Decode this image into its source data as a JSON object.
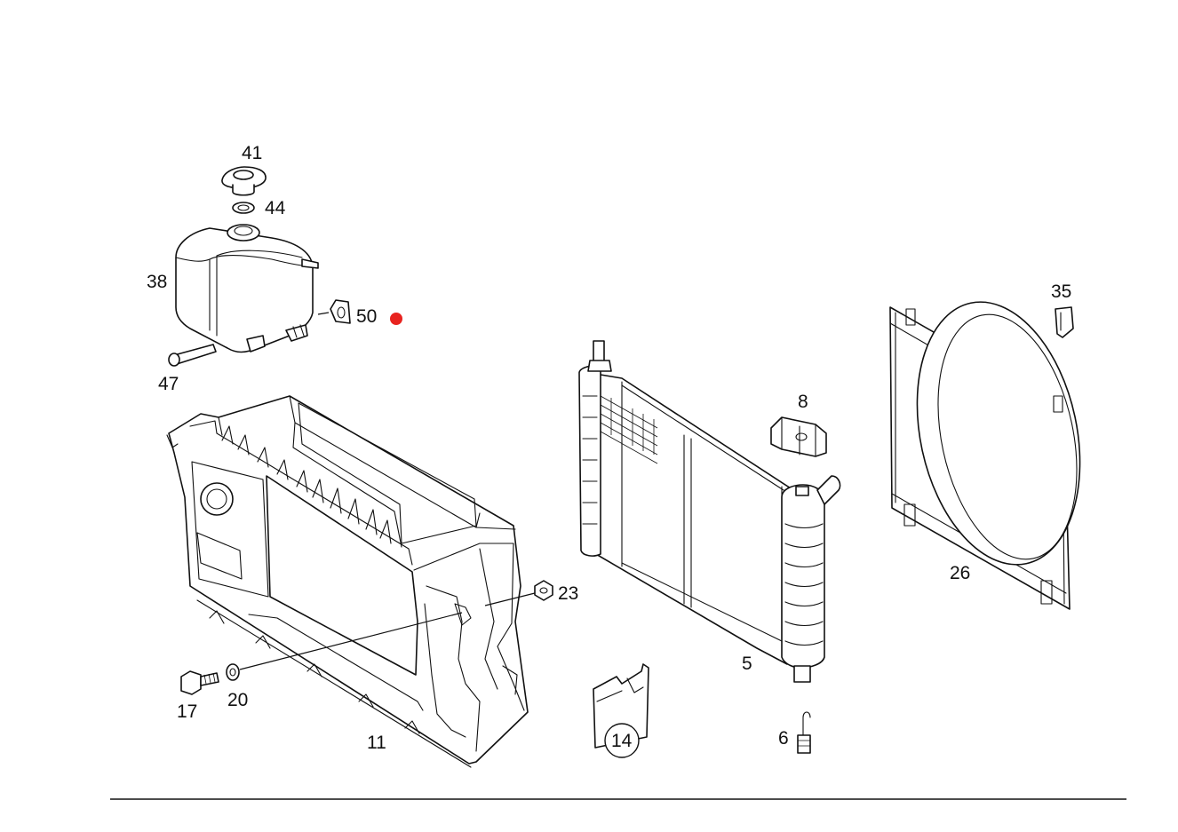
{
  "callouts": {
    "c41": "41",
    "c44": "44",
    "c38": "38",
    "c50": "50",
    "c47": "47",
    "c35": "35",
    "c8": "8",
    "c26": "26",
    "c23": "23",
    "c5": "5",
    "c17": "17",
    "c20": "20",
    "c11": "11",
    "c14": "14",
    "c6": "6"
  },
  "colors": {
    "line": "#111111",
    "background": "#ffffff",
    "marker": "#e8231f"
  }
}
